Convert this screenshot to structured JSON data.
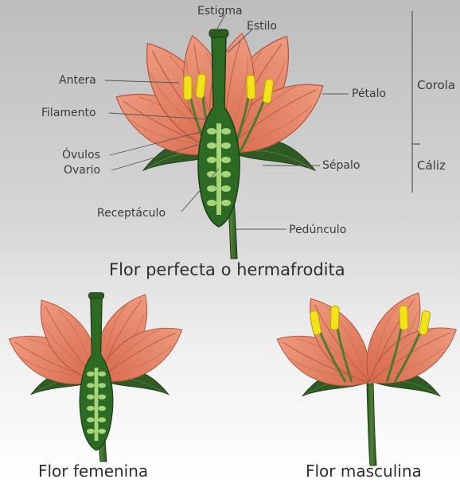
{
  "labels": {
    "estigma": "Estigma",
    "estilo": "Estilo",
    "antera": "Antera",
    "filamento": "Filamento",
    "ovulos": "Óvulos",
    "ovario": "Ovario",
    "receptaculo": "Receptáculo",
    "petalo": "Pétalo",
    "sepalo": "Sépalo",
    "pedunculo": "Pedúnculo",
    "corola": "Corola",
    "caliz": "Cáliz"
  },
  "captions": {
    "perfect": "Flor perfecta o hermafrodita",
    "female": "Flor femenina",
    "male": "Flor masculina"
  },
  "colors": {
    "petal": "#e8876a",
    "petal_shade": "#d66a4e",
    "petal_vein": "#a94c36",
    "leaf": "#2f5a23",
    "stem": "#3f6e2a",
    "ovary": "#2d6a24",
    "ovule": "#a8d57a",
    "anther": "#f2e21a"
  }
}
